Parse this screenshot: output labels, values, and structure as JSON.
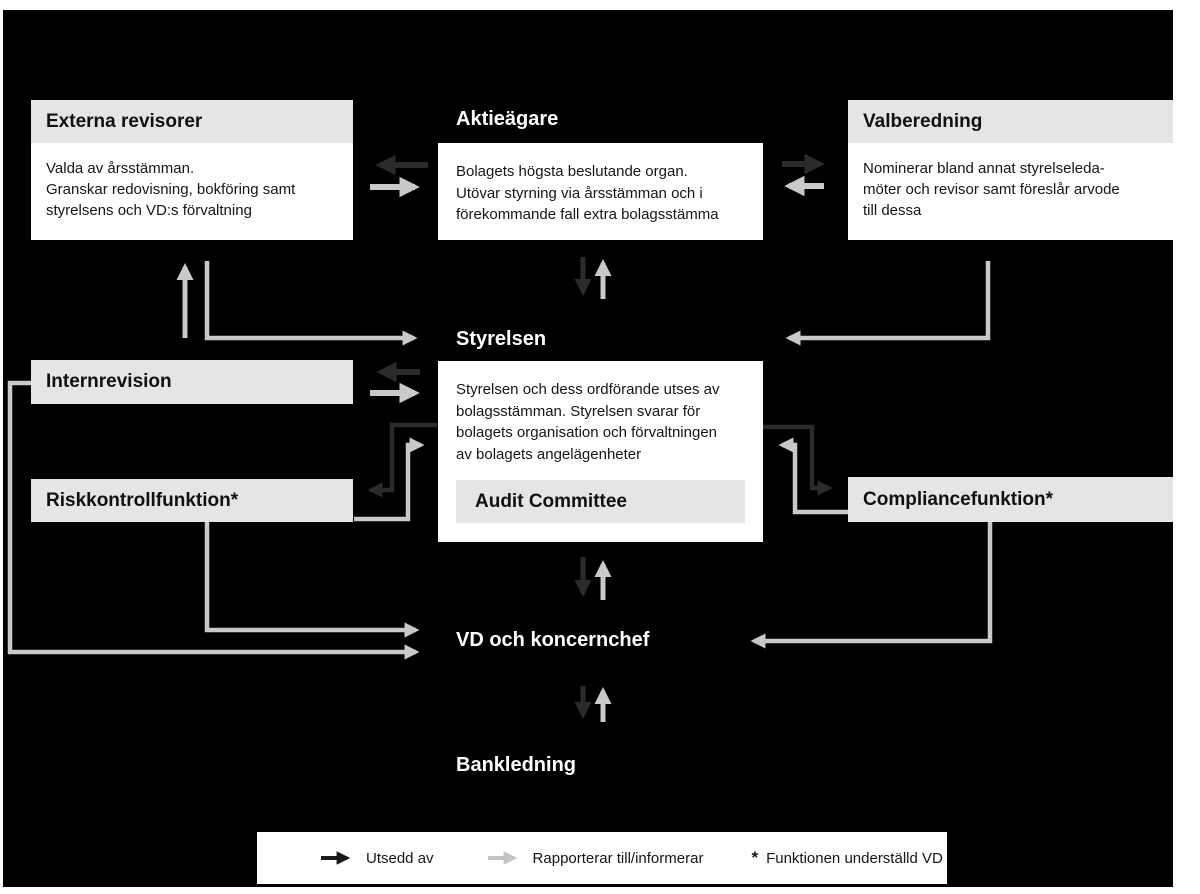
{
  "boxes": {
    "externa_revisorer": {
      "title": "Externa revisorer",
      "body": "Valda av årsstämman.\nGranskar redovisning, bokföring samt\nstyrelsens och VD:s förvaltning"
    },
    "aktieagare": {
      "title": "Aktieägare",
      "body": "Bolagets högsta beslutande organ.\nUtövar styrning via årsstämman och i\nförekommande fall extra bolagsstämma"
    },
    "valberedning": {
      "title": "Valberedning",
      "body": "Nominerar bland annat styrelseleda-\nmöter och revisor samt föreslår arvode\ntill dessa"
    },
    "styrelsen": {
      "title": "Styrelsen",
      "body": "Styrelsen och dess ordförande utses av\nbolagsstämman. Styrelsen svarar för\nbolagets organisation och förvaltningen\nav bolagets angelägenheter",
      "committee": "Audit Committee"
    },
    "internrevision": {
      "title": "Internrevision"
    },
    "riskkontrollfunktion": {
      "title": "Riskkontrollfunktion*"
    },
    "compliancefunktion": {
      "title": "Compliancefunktion*"
    },
    "vd": {
      "title": "VD och koncernchef"
    },
    "bankledning": {
      "title": "Bankledning"
    }
  },
  "legend": {
    "appointed_label": "Utsedd av",
    "reports_label": "Rapporterar till/informerar",
    "footnote_mark": "*",
    "footnote_label": "Funktionen underställd VD"
  },
  "colors": {
    "background": "#000000",
    "box_gray": "#e5e5e5",
    "appointed_arrow": "#2b2b2b",
    "reports_arrow": "#c9c9c9",
    "legend_appointed_arrow": "#1a1a1a",
    "legend_reports_arrow": "#c3c3c3"
  }
}
